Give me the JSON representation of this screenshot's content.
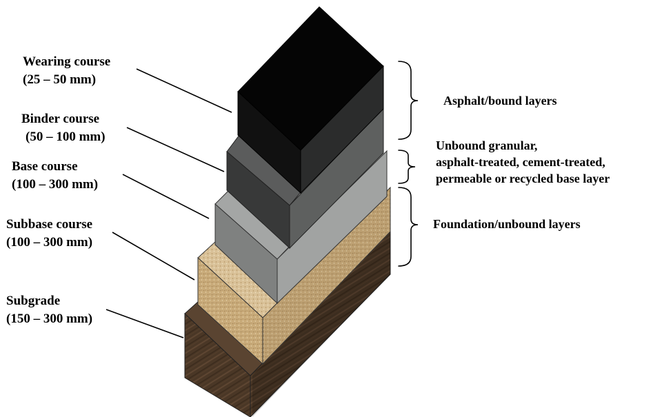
{
  "layers": [
    {
      "name": "Wearing course",
      "thickness": "(25 – 50 mm)"
    },
    {
      "name": "Binder course",
      "thickness": "(50 – 100 mm)"
    },
    {
      "name": "Base course",
      "thickness": "(100 – 300 mm)"
    },
    {
      "name": "Subbase course",
      "thickness": "(100 – 300 mm)"
    },
    {
      "name": "Subgrade",
      "thickness": "(150 – 300 mm)"
    }
  ],
  "groups": [
    {
      "lines": [
        "Asphalt/bound layers"
      ]
    },
    {
      "lines": [
        "Unbound granular,",
        "asphalt-treated, cement-treated,",
        "permeable or recycled base layer"
      ]
    },
    {
      "lines": [
        "Foundation/unbound layers"
      ]
    }
  ],
  "colors": {
    "wearing": "#0b0b0b",
    "binder": "#4a4b4b",
    "base": "#8f9190",
    "subbase": "#c9ad7d",
    "subgrade": "#4d3a2a"
  }
}
